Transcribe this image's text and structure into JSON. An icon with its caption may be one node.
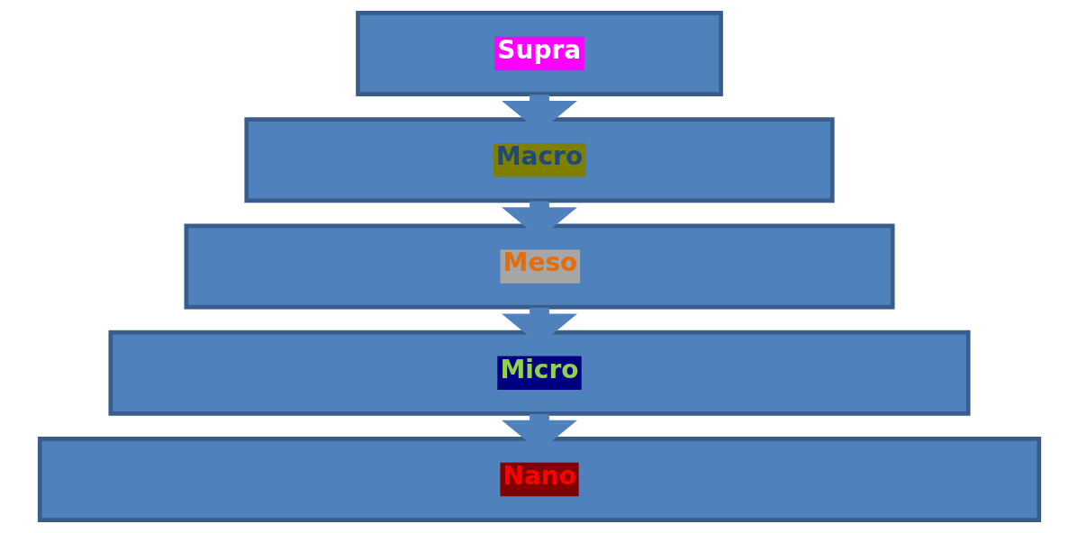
{
  "diagram": {
    "nodes": [
      {
        "text": [
          "Supra"
        ]
      },
      {
        "text": [
          "Macro"
        ]
      },
      {
        "text": [
          "Meso"
        ]
      },
      {
        "text": [
          "Micro"
        ]
      },
      {
        "text": [
          "Nano"
        ]
      }
    ],
    "edges": [
      {
        "from": 0,
        "to": 1,
        "arrow": "to"
      },
      {
        "from": 1,
        "to": 2,
        "arrow": "to"
      },
      {
        "from": 2,
        "to": 3,
        "arrow": "to"
      },
      {
        "from": 3,
        "to": 4,
        "arrow": "to"
      }
    ]
  }
}
